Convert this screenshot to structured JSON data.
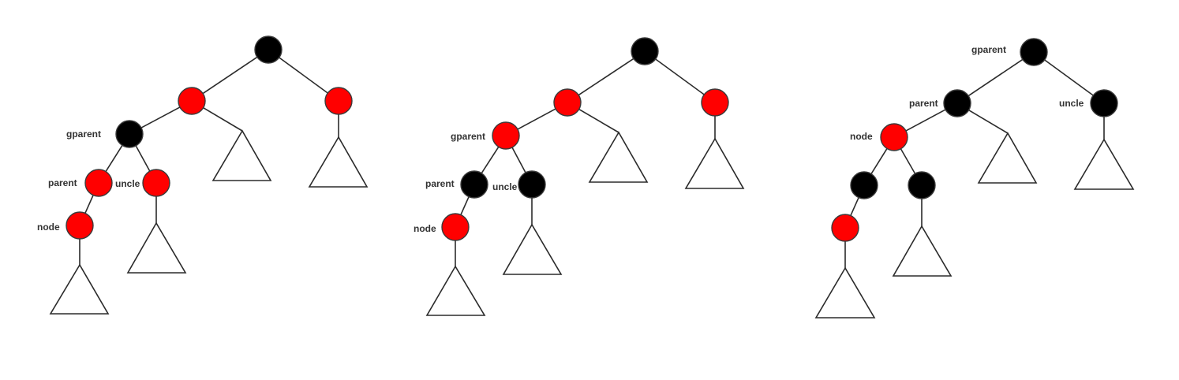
{
  "colors": {
    "red": "#ff0000",
    "black": "#000000"
  },
  "diagrams": [
    {
      "nodes": [
        {
          "id": "root",
          "color": "black"
        },
        {
          "id": "l",
          "color": "red"
        },
        {
          "id": "r",
          "color": "red"
        },
        {
          "id": "gp",
          "color": "black",
          "label": "gparent"
        },
        {
          "id": "p",
          "color": "red",
          "label": "parent"
        },
        {
          "id": "u",
          "color": "red",
          "label": "uncle"
        },
        {
          "id": "n",
          "color": "red",
          "label": "node"
        }
      ],
      "edges": [
        [
          "root",
          "l"
        ],
        [
          "root",
          "r"
        ],
        [
          "l",
          "gp"
        ],
        [
          "gp",
          "p"
        ],
        [
          "gp",
          "u"
        ],
        [
          "p",
          "n"
        ]
      ],
      "subtrees": [
        "l",
        "r",
        "u",
        "n"
      ]
    },
    {
      "nodes": [
        {
          "id": "root",
          "color": "black"
        },
        {
          "id": "l",
          "color": "red"
        },
        {
          "id": "r",
          "color": "red"
        },
        {
          "id": "gp",
          "color": "red",
          "label": "gparent"
        },
        {
          "id": "p",
          "color": "black",
          "label": "parent"
        },
        {
          "id": "u",
          "color": "black",
          "label": "uncle"
        },
        {
          "id": "n",
          "color": "red",
          "label": "node"
        }
      ],
      "edges": [
        [
          "root",
          "l"
        ],
        [
          "root",
          "r"
        ],
        [
          "l",
          "gp"
        ],
        [
          "gp",
          "p"
        ],
        [
          "gp",
          "u"
        ],
        [
          "p",
          "n"
        ]
      ],
      "subtrees": [
        "l",
        "r",
        "u",
        "n"
      ]
    },
    {
      "nodes": [
        {
          "id": "gp",
          "color": "black",
          "label": "gparent"
        },
        {
          "id": "p",
          "color": "black",
          "label": "parent"
        },
        {
          "id": "u",
          "color": "black",
          "label": "uncle"
        },
        {
          "id": "n",
          "color": "red",
          "label": "node"
        },
        {
          "id": "a",
          "color": "black"
        },
        {
          "id": "b",
          "color": "black"
        },
        {
          "id": "c",
          "color": "red"
        }
      ],
      "edges": [
        [
          "gp",
          "p"
        ],
        [
          "gp",
          "u"
        ],
        [
          "p",
          "n"
        ],
        [
          "n",
          "a"
        ],
        [
          "n",
          "b"
        ],
        [
          "a",
          "c"
        ]
      ],
      "subtrees": [
        "p",
        "u",
        "b",
        "c"
      ]
    }
  ]
}
